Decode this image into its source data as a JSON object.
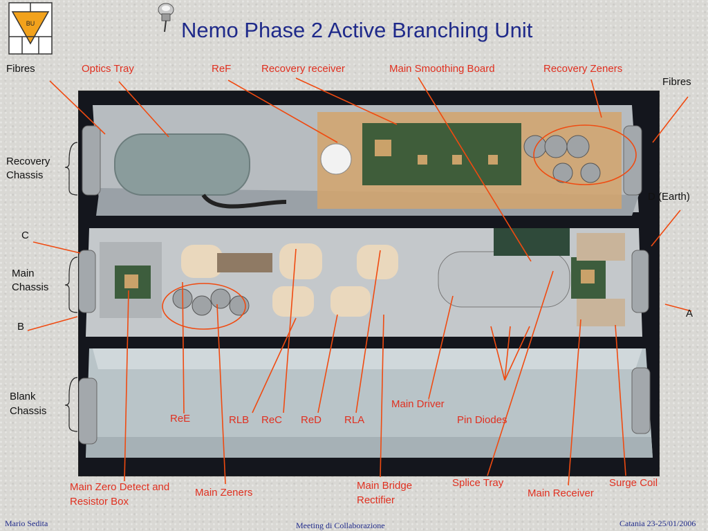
{
  "slide": {
    "title": "Nemo Phase 2 Active Branching Unit",
    "logo_text": "BU",
    "colors": {
      "title": "#1f2a8a",
      "label_red": "#e03020",
      "arrow": "#f04a10",
      "logo_orange": "#f2a21c"
    }
  },
  "labels": {
    "fibres_left": "Fibres",
    "optics_tray": "Optics Tray",
    "ref": "ReF",
    "recovery_receiver": "Recovery receiver",
    "main_smoothing_board": "Main Smoothing Board",
    "recovery_zeners": "Recovery Zeners",
    "fibres_right": "Fibres",
    "recovery_chassis_1": "Recovery",
    "recovery_chassis_2": "Chassis",
    "d_earth": "D (Earth)",
    "c": "C",
    "main_chassis_1": "Main",
    "main_chassis_2": "Chassis",
    "a": "A",
    "b": "B",
    "blank_chassis_1": "Blank",
    "blank_chassis_2": "Chassis",
    "ree": "ReE",
    "rlb": "RLB",
    "rec": "ReC",
    "red": "ReD",
    "rla": "RLA",
    "main_driver": "Main Driver",
    "pin_diodes": "Pin Diodes",
    "main_zero_1": "Main Zero Detect and",
    "main_zero_2": "Resistor Box",
    "main_zeners": "Main Zeners",
    "main_bridge_1": "Main Bridge",
    "main_bridge_2": "Rectifier",
    "splice_tray": "Splice Tray",
    "main_receiver": "Main Receiver",
    "surge_coil": "Surge Coil"
  },
  "footer": {
    "author": "Mario Sedita",
    "meeting": "Meeting di Collaborazione",
    "place_date": "Catania 23-25/01/2006"
  }
}
